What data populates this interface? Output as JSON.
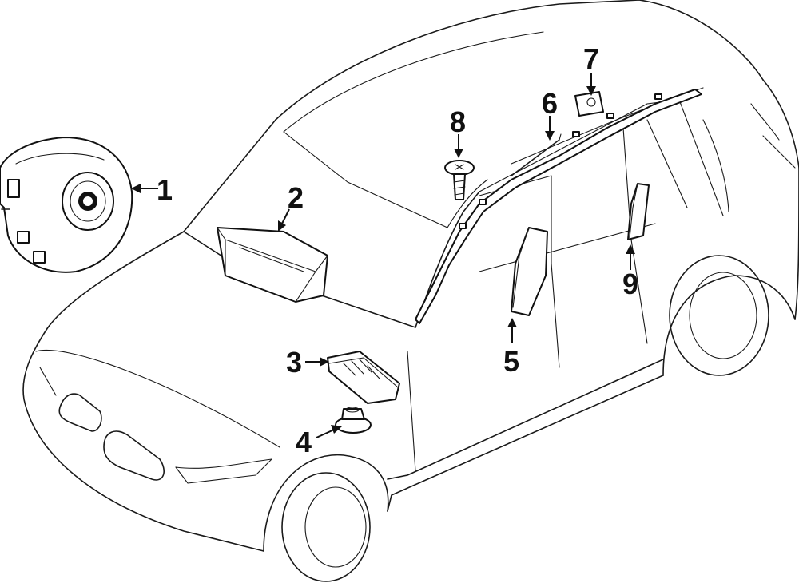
{
  "callouts": [
    {
      "id": "1",
      "label": "1"
    },
    {
      "id": "2",
      "label": "2"
    },
    {
      "id": "3",
      "label": "3"
    },
    {
      "id": "4",
      "label": "4"
    },
    {
      "id": "5",
      "label": "5"
    },
    {
      "id": "6",
      "label": "6"
    },
    {
      "id": "7",
      "label": "7"
    },
    {
      "id": "8",
      "label": "8"
    },
    {
      "id": "9",
      "label": "9"
    }
  ],
  "colors": {
    "ink": "#111111",
    "background": "#ffffff"
  }
}
